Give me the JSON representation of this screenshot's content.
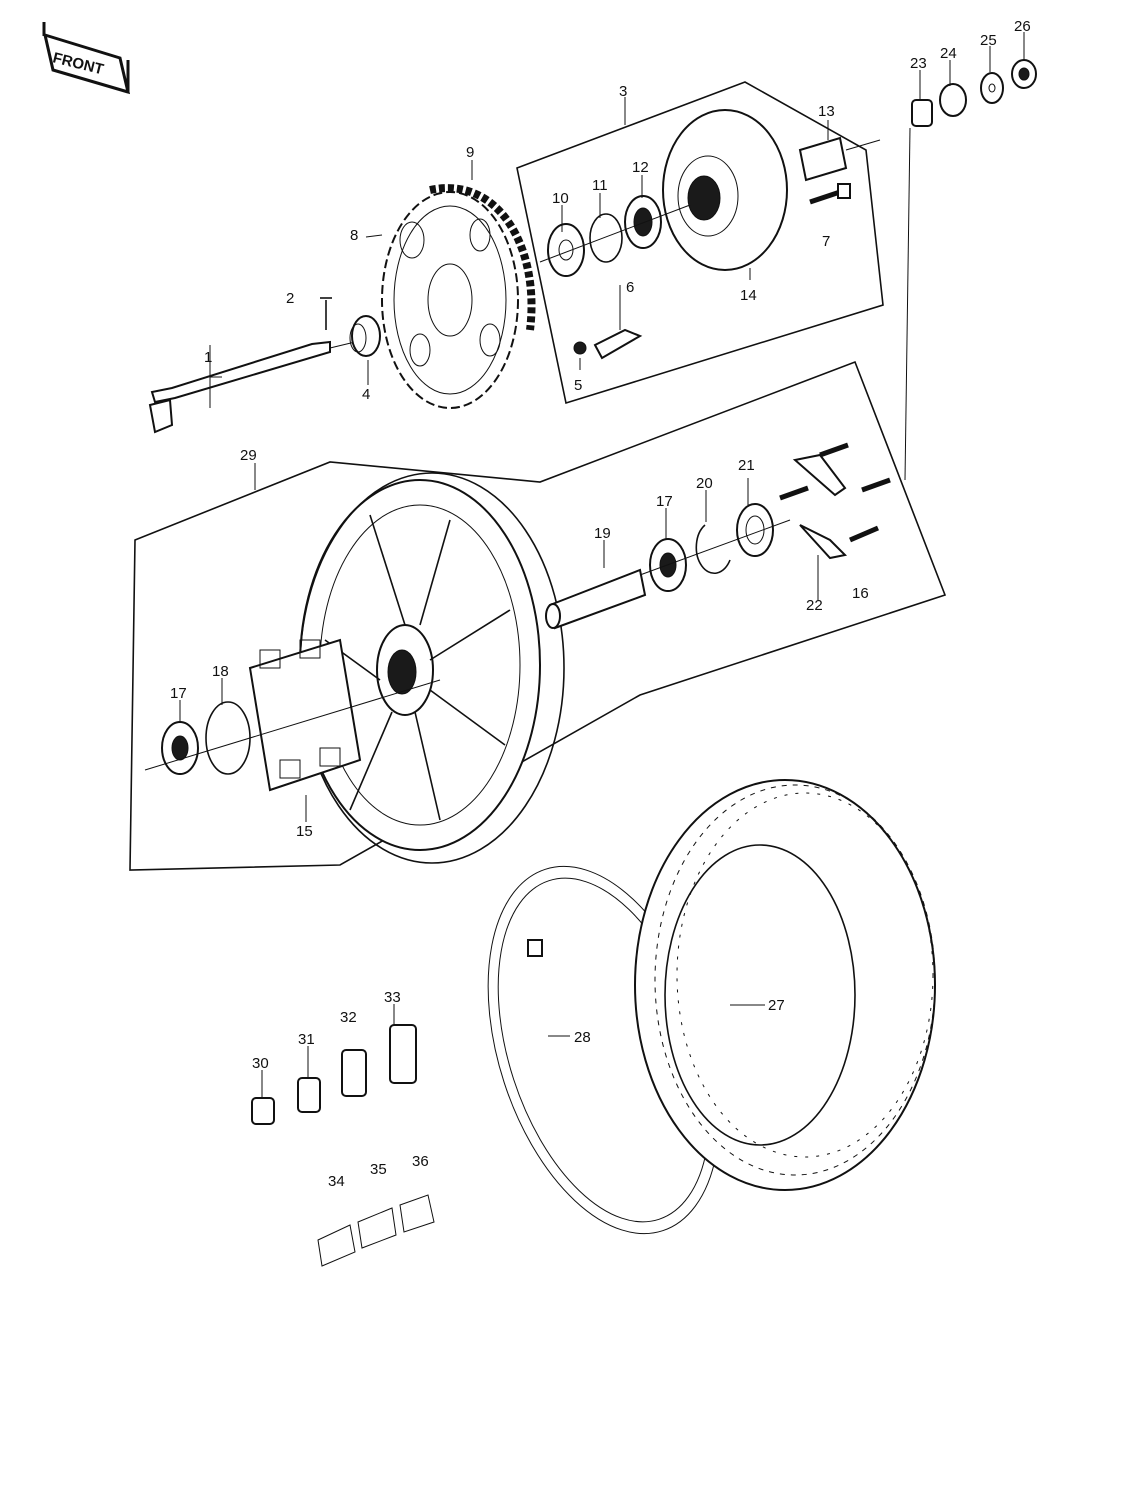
{
  "badge": {
    "text": "FRONT"
  },
  "callouts": [
    {
      "id": "1",
      "text": "1"
    },
    {
      "id": "2",
      "text": "2"
    },
    {
      "id": "3",
      "text": "3"
    },
    {
      "id": "4",
      "text": "4"
    },
    {
      "id": "5",
      "text": "5"
    },
    {
      "id": "6",
      "text": "6"
    },
    {
      "id": "7",
      "text": "7"
    },
    {
      "id": "8",
      "text": "8"
    },
    {
      "id": "9",
      "text": "9"
    },
    {
      "id": "10",
      "text": "10"
    },
    {
      "id": "11",
      "text": "11"
    },
    {
      "id": "12",
      "text": "12"
    },
    {
      "id": "13",
      "text": "13"
    },
    {
      "id": "14",
      "text": "14"
    },
    {
      "id": "15",
      "text": "15"
    },
    {
      "id": "16",
      "text": "16"
    },
    {
      "id": "17a",
      "text": "17"
    },
    {
      "id": "17b",
      "text": "17"
    },
    {
      "id": "18",
      "text": "18"
    },
    {
      "id": "19",
      "text": "19"
    },
    {
      "id": "20",
      "text": "20"
    },
    {
      "id": "21",
      "text": "21"
    },
    {
      "id": "22",
      "text": "22"
    },
    {
      "id": "23",
      "text": "23"
    },
    {
      "id": "24",
      "text": "24"
    },
    {
      "id": "25",
      "text": "25"
    },
    {
      "id": "26",
      "text": "26"
    },
    {
      "id": "27",
      "text": "27"
    },
    {
      "id": "28",
      "text": "28"
    },
    {
      "id": "29",
      "text": "29"
    },
    {
      "id": "30",
      "text": "30"
    },
    {
      "id": "31",
      "text": "31"
    },
    {
      "id": "32",
      "text": "32"
    },
    {
      "id": "33",
      "text": "33"
    },
    {
      "id": "34",
      "text": "34"
    },
    {
      "id": "35",
      "text": "35"
    },
    {
      "id": "36",
      "text": "36"
    }
  ]
}
